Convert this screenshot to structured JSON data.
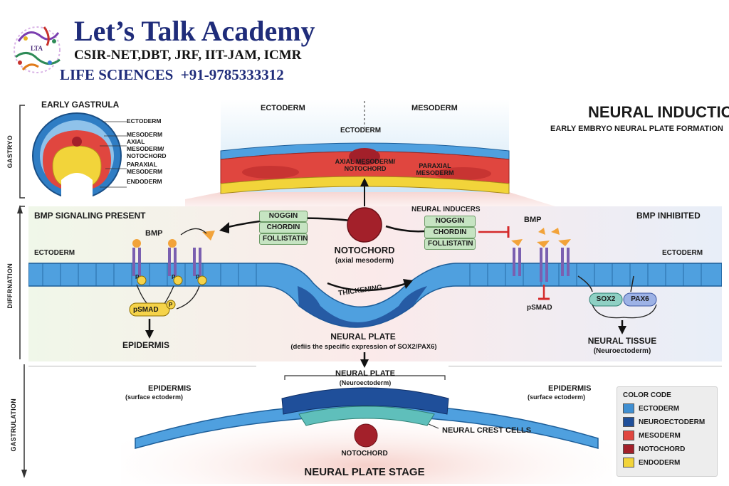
{
  "brand": {
    "name": "Let’s Talk Academy",
    "exams": "CSIR-NET,DBT, JRF, IIT-JAM, ICMR",
    "tagline": "LIFE SCIENCES  +91-9785333312",
    "logo_text": "LTA"
  },
  "title": {
    "main": "NEURAL INDUCTION:",
    "sub": "EARLY EMBRYO NEURAL PLATE FORMATION"
  },
  "side_labels": {
    "top": "GASTRYO",
    "middle": "DIFFRNATION",
    "bottom": "GASTRULATION"
  },
  "gastrula": {
    "title": "EARLY GASTRULA",
    "labels": [
      "ECTODERM",
      "MESODERM",
      "AXIAL MESODERM/ NOTOCHORD",
      "PARAXIAL MESODERM",
      "ENDODERM"
    ]
  },
  "top_section": {
    "left_header": "ECTODERM",
    "right_header": "MESODERM",
    "ectoderm_label": "ECTODERM",
    "axial_label": "AXIAL MESODERM/ NOTOCHORD",
    "paraxial_label": "PARAXIAL MESODERM"
  },
  "left_panel": {
    "header": "BMP SIGNALING PRESENT",
    "bmp": "BMP",
    "ectoderm": "ECTODERM",
    "p": "P",
    "psmad": "pSMAD",
    "outcome": "EPIDERMIS"
  },
  "center": {
    "inhibitors": [
      "NOGGIN",
      "CHORDIN",
      "FOLLISTATIN"
    ],
    "notochord": "NOTOCHORD",
    "notochord_sub": "(axial mesoderm)",
    "thickening": "THICKENING",
    "neural_plate": "NEURAL PLATE",
    "neural_plate_sub": "(defiis the specific expression of SOX2/PAX6)"
  },
  "right_panel": {
    "header": "BMP INHIBITED",
    "inducers_title": "NEURAL INDUCERS",
    "inducers": [
      "NOGGIN",
      "CHORDIN",
      "FOLLISTATIN"
    ],
    "bmp": "BMP",
    "ectoderm": "ECTODERM",
    "psmad": "pSMAD",
    "sox2": "SOX2",
    "pax6": "PAX6",
    "outcome": "NEURAL TISSUE",
    "outcome_sub": "(Neuroectoderm)"
  },
  "bottom": {
    "epidermis_left": "EPIDERMIS",
    "epidermis_left_sub": "(surface ectoderm)",
    "neural_plate": "NEURAL PLATE",
    "neural_plate_sub": "(Neuroectoderm)",
    "epidermis_right": "EPIDERMIS",
    "epidermis_right_sub": "(surface ectoderm)",
    "crest": "NEURAL CREST CELLS",
    "notochord": "NOTOCHORD",
    "stage": "NEURAL PLATE STAGE"
  },
  "legend": {
    "title": "COLOR CODE",
    "items": [
      {
        "label": "ECTODERM",
        "color": "#3f8fd2"
      },
      {
        "label": "NEUROECTODERM",
        "color": "#1f4f9a"
      },
      {
        "label": "MESODERM",
        "color": "#e0463f"
      },
      {
        "label": "NOTOCHORD",
        "color": "#a3202a"
      },
      {
        "label": "ENDODERM",
        "color": "#f2d43a"
      }
    ]
  }
}
